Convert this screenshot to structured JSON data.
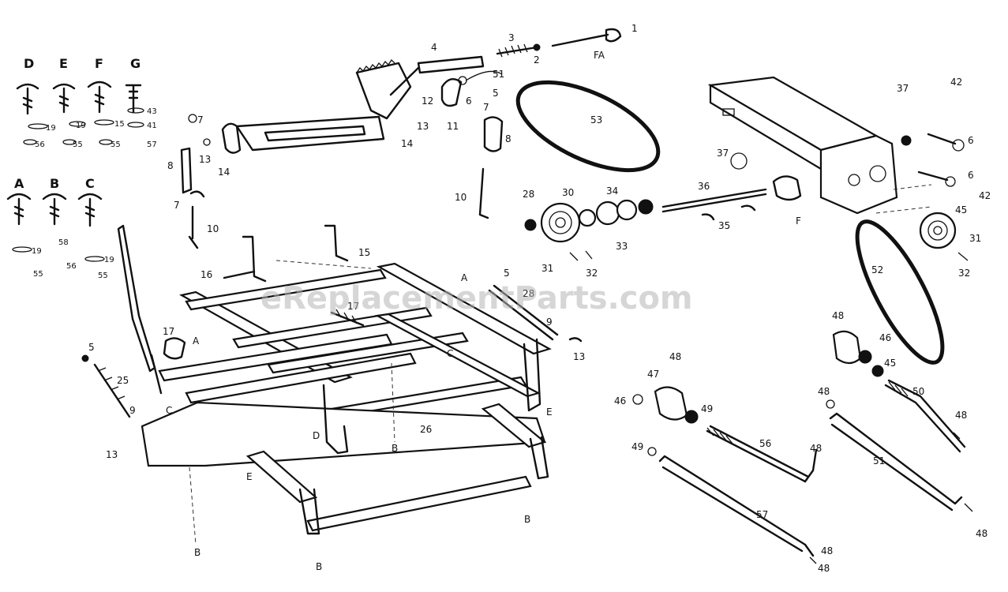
{
  "watermark": "eReplacementParts.com",
  "callouts": [
    {
      "text": "1"
    },
    {
      "text": "FA"
    },
    {
      "text": "2"
    },
    {
      "text": "3"
    },
    {
      "text": "4"
    },
    {
      "text": "51"
    },
    {
      "text": "5"
    },
    {
      "text": "12"
    },
    {
      "text": "6"
    },
    {
      "text": "11"
    },
    {
      "text": "7"
    },
    {
      "text": "8"
    },
    {
      "text": "13"
    },
    {
      "text": "14"
    },
    {
      "text": "53"
    },
    {
      "text": "7"
    },
    {
      "text": "8"
    },
    {
      "text": "13"
    },
    {
      "text": "14"
    },
    {
      "text": "7"
    },
    {
      "text": "10"
    },
    {
      "text": "10"
    },
    {
      "text": "16"
    },
    {
      "text": "15"
    },
    {
      "text": "28"
    },
    {
      "text": "30"
    },
    {
      "text": "34"
    },
    {
      "text": "31"
    },
    {
      "text": "32"
    },
    {
      "text": "33"
    },
    {
      "text": "36"
    },
    {
      "text": "35"
    },
    {
      "text": "F"
    },
    {
      "text": "37"
    },
    {
      "text": "37"
    },
    {
      "text": "42"
    },
    {
      "text": "6"
    },
    {
      "text": "6"
    },
    {
      "text": "42"
    },
    {
      "text": "45"
    },
    {
      "text": "31"
    },
    {
      "text": "32"
    },
    {
      "text": "52"
    },
    {
      "text": "A"
    },
    {
      "text": "5"
    },
    {
      "text": "28"
    },
    {
      "text": "9"
    },
    {
      "text": "13"
    },
    {
      "text": "17"
    },
    {
      "text": "17"
    },
    {
      "text": "A"
    },
    {
      "text": "C"
    },
    {
      "text": "5"
    },
    {
      "text": "25"
    },
    {
      "text": "9"
    },
    {
      "text": "13"
    },
    {
      "text": "C"
    },
    {
      "text": "E"
    },
    {
      "text": "D"
    },
    {
      "text": "26"
    },
    {
      "text": "B"
    },
    {
      "text": "E"
    },
    {
      "text": "B"
    },
    {
      "text": "B"
    },
    {
      "text": "B"
    },
    {
      "text": "48"
    },
    {
      "text": "46"
    },
    {
      "text": "45"
    },
    {
      "text": "48"
    },
    {
      "text": "47"
    },
    {
      "text": "46"
    },
    {
      "text": "49"
    },
    {
      "text": "50"
    },
    {
      "text": "48"
    },
    {
      "text": "48"
    },
    {
      "text": "56"
    },
    {
      "text": "48"
    },
    {
      "text": "49"
    },
    {
      "text": "51"
    },
    {
      "text": "48"
    },
    {
      "text": "57"
    },
    {
      "text": "48"
    },
    {
      "text": "48"
    }
  ],
  "fastener_key": {
    "letters": [
      {
        "text": "D"
      },
      {
        "text": "E"
      },
      {
        "text": "F"
      },
      {
        "text": "G"
      },
      {
        "text": "A"
      },
      {
        "text": "B"
      },
      {
        "text": "C"
      }
    ],
    "parts": [
      {
        "text": "19"
      },
      {
        "text": "19"
      },
      {
        "text": "15"
      },
      {
        "text": "43"
      },
      {
        "text": "41"
      },
      {
        "text": "56"
      },
      {
        "text": "55"
      },
      {
        "text": "55"
      },
      {
        "text": "57"
      },
      {
        "text": "19"
      },
      {
        "text": "58"
      },
      {
        "text": "19"
      },
      {
        "text": "55"
      },
      {
        "text": "56"
      },
      {
        "text": "55"
      }
    ]
  }
}
